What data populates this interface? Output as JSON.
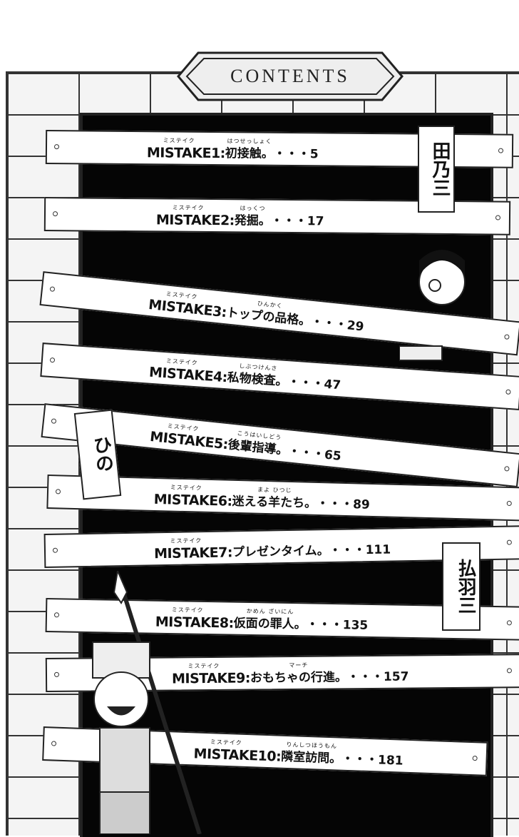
{
  "title": "CONTENTS",
  "chapter_prefix": "MISTAKE",
  "prefix_ruby": "ミステイク",
  "chapters": [
    {
      "num": "1",
      "title": "初接触。",
      "ruby": "はつせっしょく",
      "page": "5"
    },
    {
      "num": "2",
      "title": "発掘。",
      "ruby": "はっくつ",
      "page": "17"
    },
    {
      "num": "3",
      "title": "トップの品格。",
      "ruby": "ひんかく",
      "page": "29"
    },
    {
      "num": "4",
      "title": "私物検査。",
      "ruby": "しぶつけんさ",
      "page": "47"
    },
    {
      "num": "5",
      "title": "後輩指導。",
      "ruby": "こうはいしどう",
      "page": "65"
    },
    {
      "num": "6",
      "title": "迷える羊たち。",
      "ruby": "まよ ひつじ",
      "page": "89"
    },
    {
      "num": "7",
      "title": "プレゼンタイム。",
      "ruby": "",
      "page": "111"
    },
    {
      "num": "8",
      "title": "仮面の罪人。",
      "ruby": "かめん ざいにん",
      "page": "135"
    },
    {
      "num": "9",
      "title": "おもちゃの行進。",
      "ruby": "マーチ",
      "page": "157"
    },
    {
      "num": "10",
      "title": "隣室訪問。",
      "ruby": "りんしつほうもん",
      "page": "181"
    }
  ],
  "dots": "・・・"
}
